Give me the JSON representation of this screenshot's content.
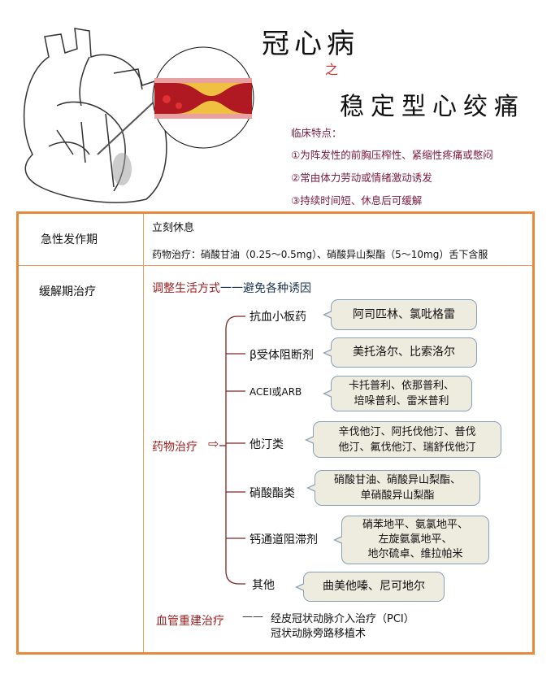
{
  "header": {
    "title_main": "冠心病",
    "title_connector": "之",
    "title_sub": "稳定型心绞痛"
  },
  "clinical": {
    "heading": "临床特点：",
    "points": [
      "①为阵发性的前胸压榨性、紧缩性疼痛或憋闷",
      "②常由体力劳动或情绪激动诱发",
      "③持续时间短、休息后可缓解"
    ]
  },
  "acute": {
    "label": "急性发作期",
    "rest": "立刻休息",
    "drug": "药物治疗：硝酸甘油（0.25～0.5mg）、硝酸异山梨酯（5～10mg）舌下含服"
  },
  "remission": {
    "label": "缓解期治疗",
    "lifestyle_red": "调整生活方式",
    "lifestyle_rest": "一一避免各种诱因",
    "drug_label": "药物治疗",
    "arrow": "⇨",
    "drugs": [
      {
        "name": "抗血小板药",
        "examples": "阿司匹林、氯吡格雷"
      },
      {
        "name": "β受体阻断剂",
        "examples": "美托洛尔、比索洛尔"
      },
      {
        "name": "ACEI或ARB",
        "examples": "卡托普利、依那普利、\n培哚普利、雷米普利"
      },
      {
        "name": "他汀类",
        "examples": "辛伐他汀、阿托伐他汀、普伐\n他汀、氟伐他汀、瑞舒伐他汀"
      },
      {
        "name": "硝酸酯类",
        "examples": "硝酸甘油、硝酸异山梨酯、\n单硝酸异山梨酯"
      },
      {
        "name": "钙通道阻滞剂",
        "examples": "硝苯地平、氨氯地平、\n左旋氨氯地平、\n地尔硫卓、维拉帕米"
      },
      {
        "name": "其他",
        "examples": "曲美他嗪、尼可地尔"
      }
    ],
    "revasc_label": "血管重建治疗",
    "revasc_dash": "——",
    "revasc_items": [
      "经皮冠状动脉介入治疗（PCI）",
      "冠状动脉旁路移植术"
    ]
  }
}
